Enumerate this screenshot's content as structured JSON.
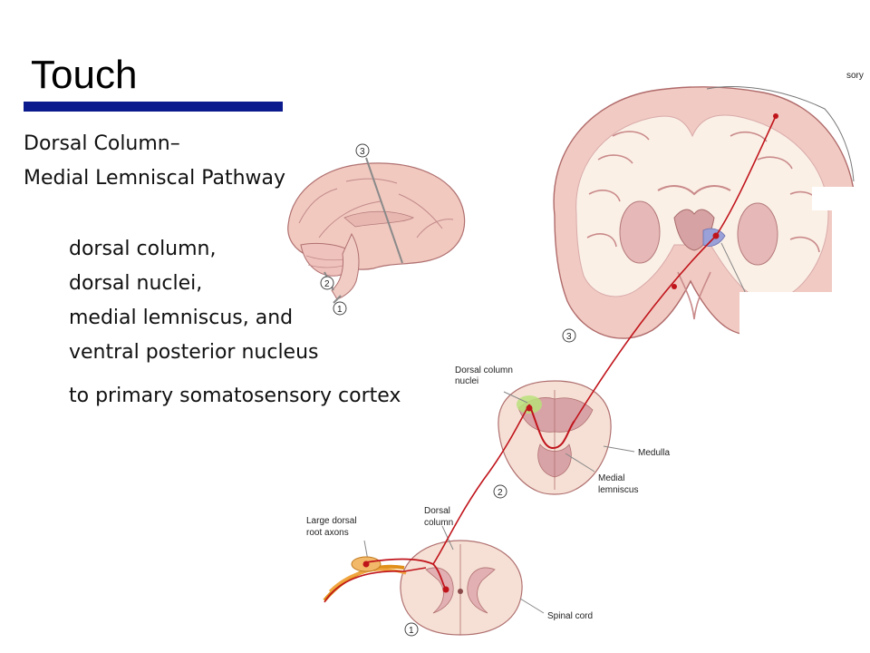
{
  "title": "Touch",
  "pathway": {
    "heading1": "Dorsal Column–",
    "heading2": "Medial Lemniscal Pathway",
    "items": [
      "dorsal column,",
      "dorsal nuclei,",
      "medial lemniscus, and",
      "ventral posterior nucleus"
    ],
    "target": "to primary somatosensory cortex"
  },
  "diagram_labels": {
    "cortex_fragment": "sory",
    "dorsal_column_nuclei_1": "Dorsal column",
    "dorsal_column_nuclei_2": "nuclei",
    "medulla": "Medulla",
    "medial_lemniscus_1": "Medial",
    "medial_lemniscus_2": "lemniscus",
    "dorsal_column_1": "Dorsal",
    "dorsal_column_2": "column",
    "root_axons_1": "Large dorsal",
    "root_axons_2": "root axons",
    "spinal_cord": "Spinal cord",
    "marker_1": "1",
    "marker_2": "2",
    "marker_3": "3"
  },
  "colors": {
    "title_bar": "#0b1a8c",
    "pathway": "#c0141b",
    "tissue": "#f2d6c9",
    "tissue_dark": "#c98a8a",
    "white_matter": "#fbf1e8",
    "nuclei_highlight": "#b9e07a"
  }
}
